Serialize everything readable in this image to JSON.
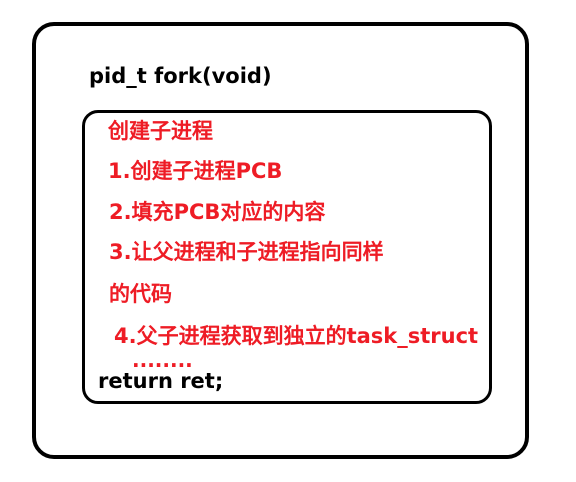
{
  "diagram": {
    "function_signature": "pid_t fork(void)",
    "steps": [
      "创建子进程",
      "1.创建子进程PCB",
      "2.填充PCB对应的内容",
      "3.让父进程和子进程指向同样",
      "的代码",
      "4.父子进程获取到独立的task_struct"
    ],
    "ellipsis": "........",
    "return_statement": "return ret;"
  },
  "colors": {
    "border": "#000000",
    "signature_text": "#000000",
    "step_text": "#ee1c25",
    "background": "#ffffff"
  }
}
